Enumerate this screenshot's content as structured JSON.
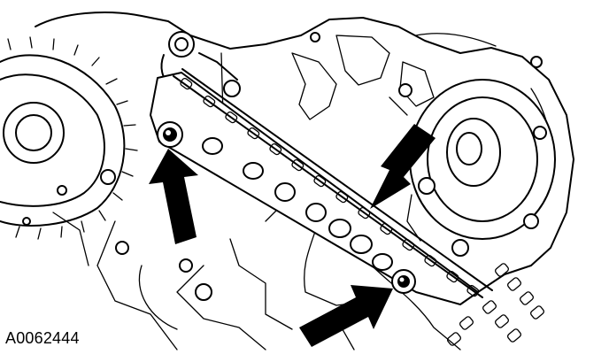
{
  "figure": {
    "id_label": "A0062444"
  },
  "parts": {
    "left_sprocket": "sprocket",
    "timing_chain": "chain",
    "chain_guide": "guide",
    "upper_bolt": "bolt",
    "lower_bolt": "bolt",
    "water_pump_pulley": "pulley"
  },
  "callouts": {
    "arrow_count": 3,
    "arrow_color": "#000000"
  }
}
